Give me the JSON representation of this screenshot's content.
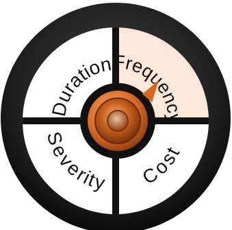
{
  "quadrants": {
    "top_left": {
      "label": "Duration",
      "fill": "#ffffff"
    },
    "top_right": {
      "label": "Frequency",
      "fill": "#fbe6da"
    },
    "bottom_left": {
      "label": "Severity",
      "fill": "#ffffff"
    },
    "bottom_right": {
      "label": "Cost",
      "fill": "#ffffff"
    }
  },
  "colors": {
    "rim": "#222222",
    "divider": "#111111",
    "pointer": "#d4661f",
    "knob": "#e07a34"
  },
  "pointer": {
    "points_to": "Frequency"
  }
}
